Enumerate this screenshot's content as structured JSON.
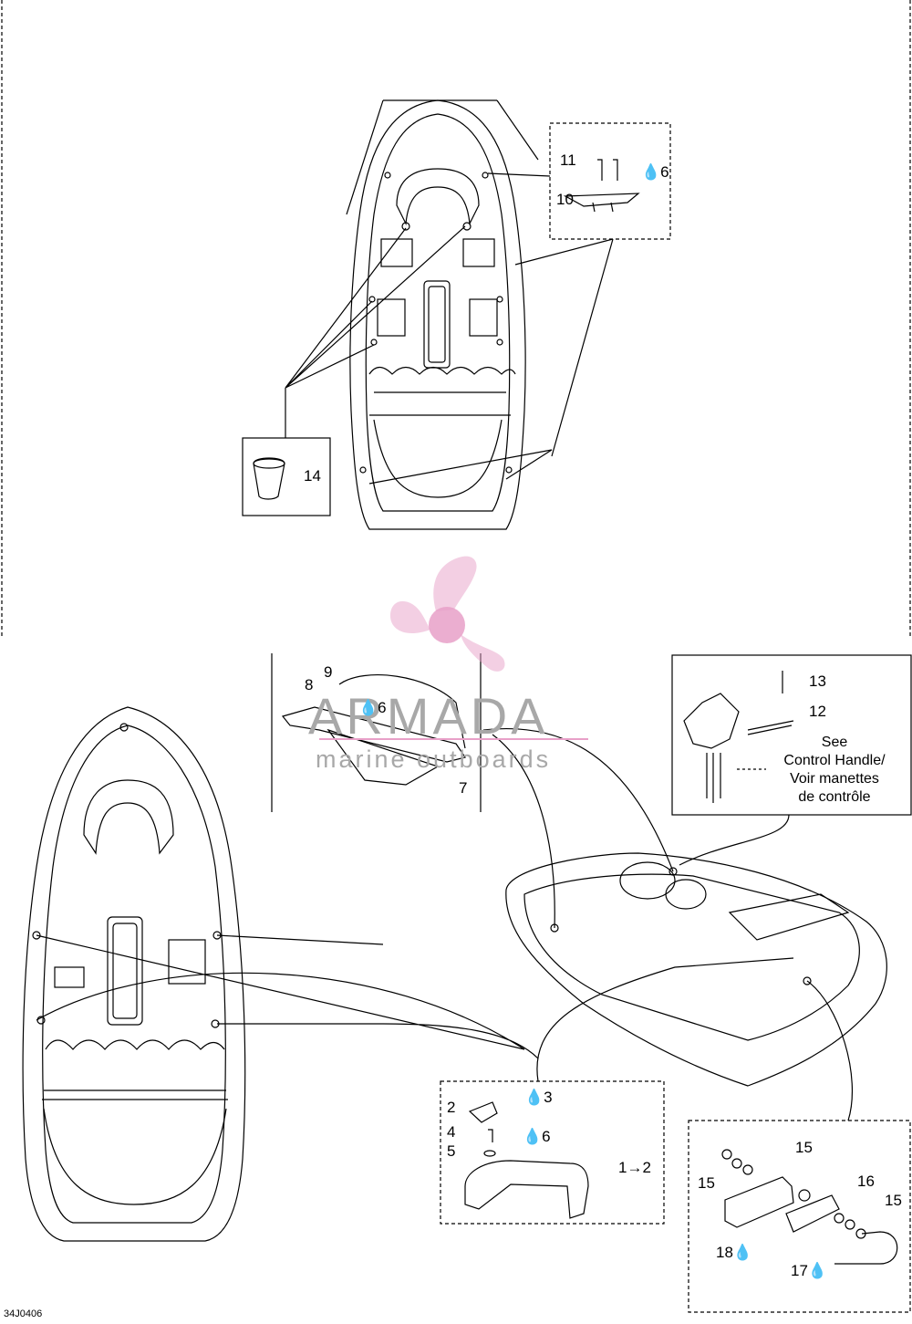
{
  "diagram_code": "34J0406",
  "watermark": {
    "brand": "ARMADA",
    "tagline": "marine outboards",
    "logo": "propeller-logo",
    "logo_color": "#e8a0c8"
  },
  "callouts": {
    "c11": "11",
    "c6a": "6",
    "c10": "10",
    "c14": "14",
    "c9": "9",
    "c8": "8",
    "c6b": "6",
    "c7": "7",
    "c13": "13",
    "c12": "12",
    "c2": "2",
    "c3": "3",
    "c4": "4",
    "c6c": "6",
    "c5": "5",
    "c1": "1",
    "c1to": "2",
    "c15a": "15",
    "c15b": "15",
    "c16": "16",
    "c15c": "15",
    "c18": "18",
    "c17": "17"
  },
  "note": {
    "line1": "See",
    "line2": "Control Handle/",
    "line3": "Voir manettes",
    "line4": "de contrôle"
  },
  "icons": {
    "loctite": "drop-icon",
    "arrow": "arrow-right-icon"
  }
}
